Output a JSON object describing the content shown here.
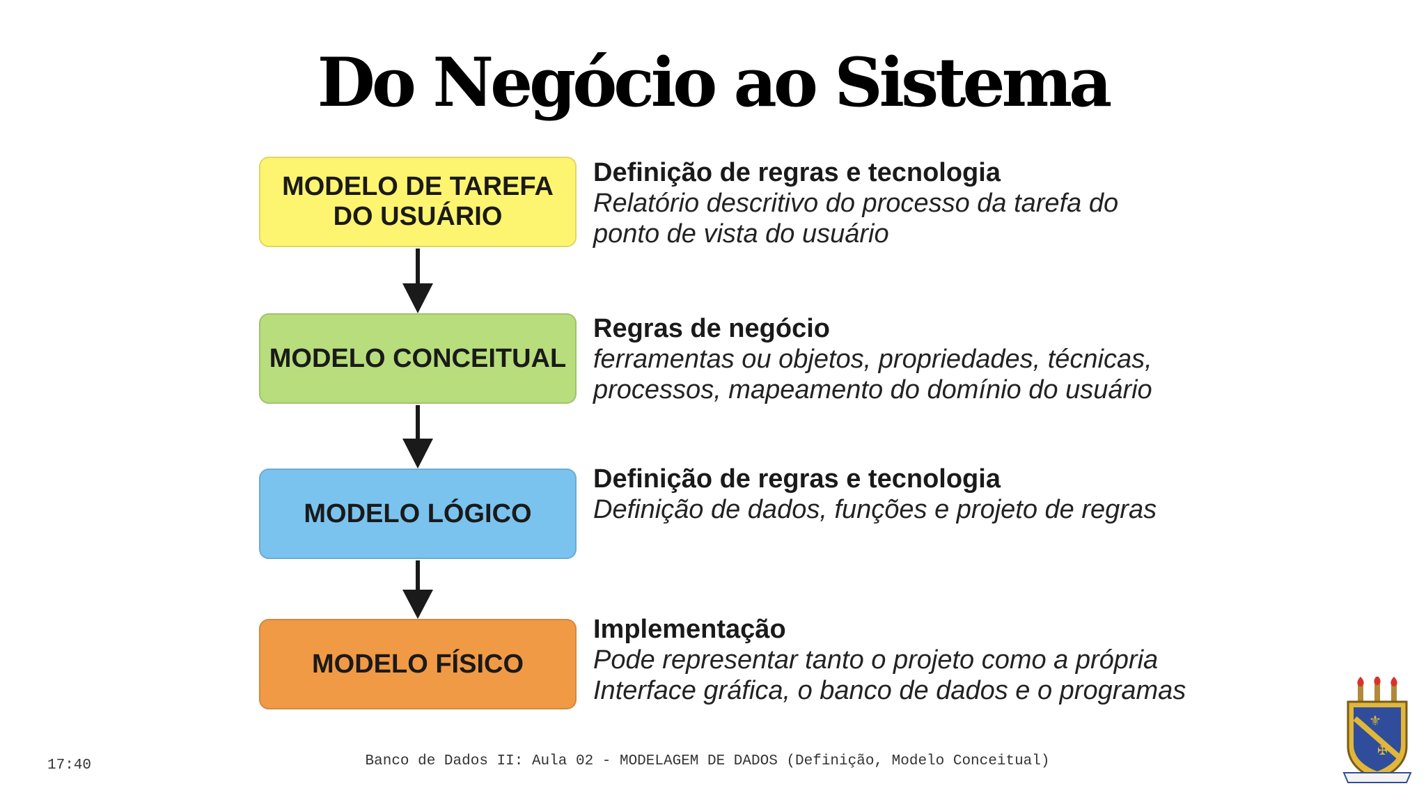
{
  "slide": {
    "title": "Do Negócio ao Sistema",
    "steps": [
      {
        "box_line1": "MODELO DE TAREFA",
        "box_line2": "DO USUÁRIO",
        "box_color": "#fdf56f",
        "heading": "Definição de regras e tecnologia",
        "description": "Relatório descritivo do processo da tarefa do ponto de vista do usuário"
      },
      {
        "box_line1": "MODELO CONCEITUAL",
        "box_line2": "",
        "box_color": "#b8dd7c",
        "heading": "Regras de negócio",
        "description": "ferramentas ou objetos, propriedades, técnicas, processos, mapeamento do domínio do usuário"
      },
      {
        "box_line1": "MODELO LÓGICO",
        "box_line2": "",
        "box_color": "#7ac3ee",
        "heading": "Definição de regras e tecnologia",
        "description": "Definição de dados, funções e projeto de regras"
      },
      {
        "box_line1": "MODELO FÍSICO",
        "box_line2": "",
        "box_color": "#f19a46",
        "heading": "Implementação",
        "description": "Pode representar tanto o projeto como a própria Interface gráfica, o banco de dados e o programas"
      }
    ]
  },
  "footer": {
    "time": "17:40",
    "course_text": "Banco de Dados II: Aula 02 - MODELAGEM DE DADOS (Definição, Modelo Conceitual)"
  },
  "logo": {
    "icon": "university-crest-icon"
  }
}
